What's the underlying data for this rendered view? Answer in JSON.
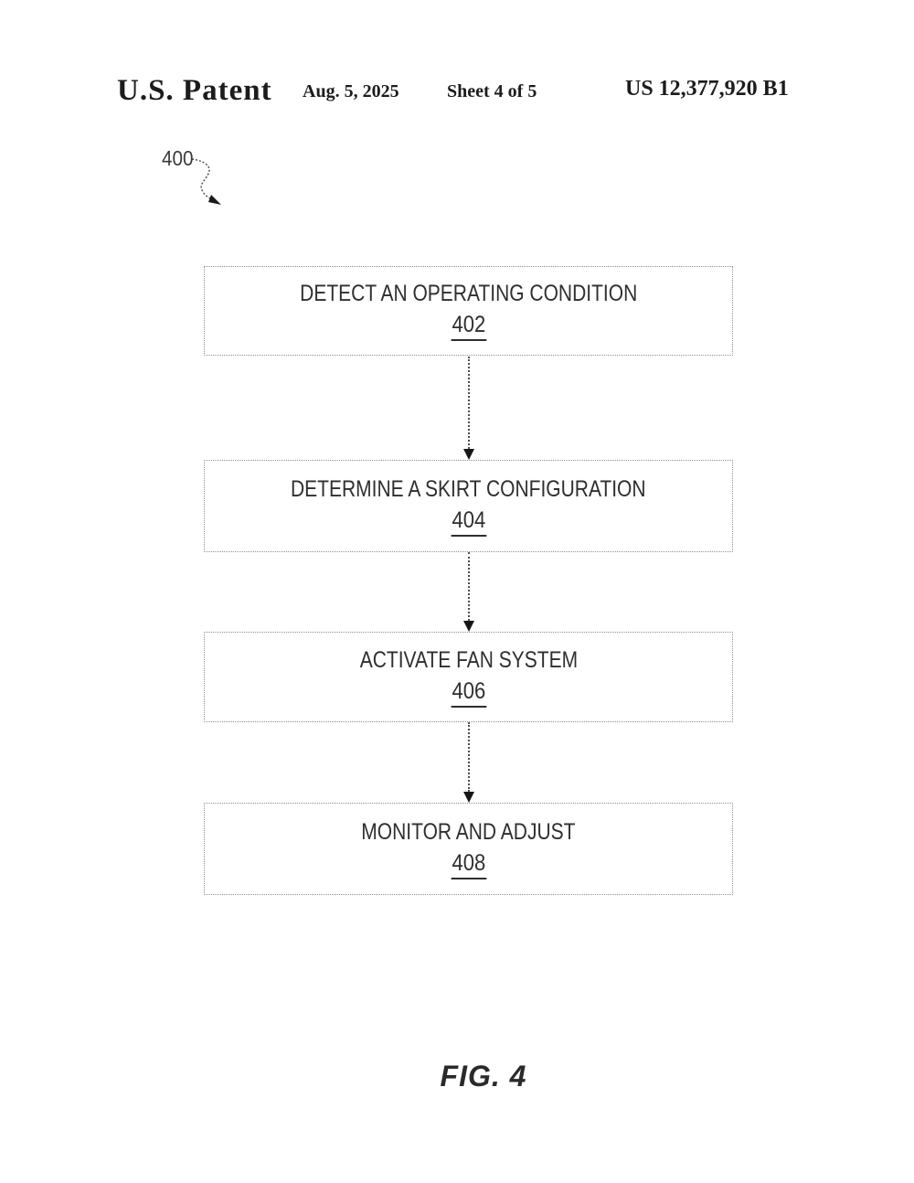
{
  "header": {
    "title": "U.S. Patent",
    "date": "Aug. 5, 2025",
    "sheet": "Sheet 4 of 5",
    "patent_number": "US 12,377,920 B1"
  },
  "diagram": {
    "reference_label": "400",
    "figure_caption": "FIG. 4",
    "steps": [
      {
        "label": "DETECT AN OPERATING CONDITION",
        "number": "402"
      },
      {
        "label": "DETERMINE A SKIRT CONFIGURATION",
        "number": "404"
      },
      {
        "label": "ACTIVATE FAN SYSTEM",
        "number": "406"
      },
      {
        "label": "MONITOR AND ADJUST",
        "number": "408"
      }
    ]
  },
  "colors": {
    "ink": "#2b2b2b",
    "box_border": "#8f8f8f",
    "arrow": "#161616"
  }
}
